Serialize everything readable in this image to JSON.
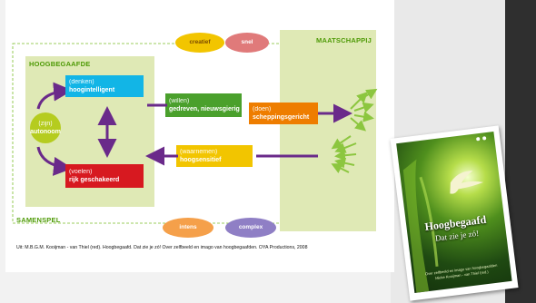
{
  "diagram": {
    "section_maatschappij": "MAATSCHAPPIJ",
    "section_hoogbegaafde": "HOOGBEGAAFDE",
    "section_samenspel": "SAMENSPEL",
    "top_pills": [
      "creatief",
      "snel"
    ],
    "bottom_pills": [
      "intens",
      "complex"
    ],
    "center_node": {
      "sub": "(zijn)",
      "main": "autonoom"
    },
    "node_denken": {
      "sub": "(denken)",
      "main": "hoogintelligent"
    },
    "node_voelen": {
      "sub": "(voelen)",
      "main": "rijk geschakeerd"
    },
    "node_willen": {
      "sub": "(willen)",
      "main": "gedreven, nieuwsgierig"
    },
    "node_doen": {
      "sub": "(doen)",
      "main": "scheppingsgericht"
    },
    "node_waarnemen": {
      "sub": "(waarnemen)",
      "main": "hoogsensitief"
    },
    "caption": "Uit: M.B.G.M. Kooijman - van Thiel (red). Hoogbegaafd. Dat zie je zó! Over zelfbeeld en imago van hoogbegaafden. OYA Productions, 2008"
  },
  "book": {
    "title": "Hoogbegaafd",
    "subtitle": "Dat zie je zó!",
    "tagline": "Over zelfbeeld en imago van hoogbegaafden",
    "author": "Mieke Kooijman - van Thiel (red.)"
  },
  "colors": {
    "green_light": "#dfe9b5",
    "purple": "#6a2a8a",
    "cyan": "#12b5e6",
    "red": "#d71920",
    "orange": "#ee7d00",
    "green": "#4aa02c",
    "yellow": "#f2c500",
    "pink": "#e07a7a",
    "lavender": "#8f7fc5",
    "arrow_green": "#8cc63f"
  }
}
